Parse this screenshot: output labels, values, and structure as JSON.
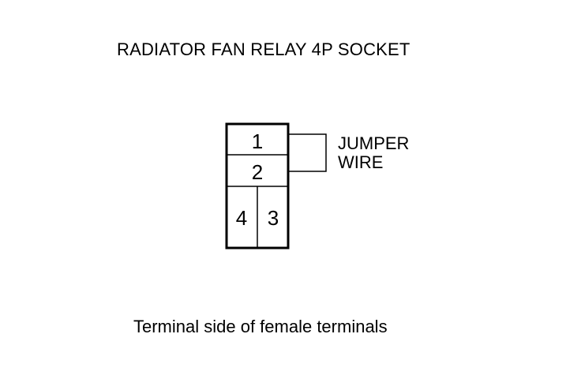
{
  "title": "RADIATOR FAN RELAY 4P SOCKET",
  "terminals": {
    "t1": "1",
    "t2": "2",
    "t3": "3",
    "t4": "4"
  },
  "jumper": {
    "line1": "JUMPER",
    "line2": "WIRE"
  },
  "caption": "Terminal side of female terminals",
  "colors": {
    "line": "#000000",
    "background": "#ffffff"
  }
}
